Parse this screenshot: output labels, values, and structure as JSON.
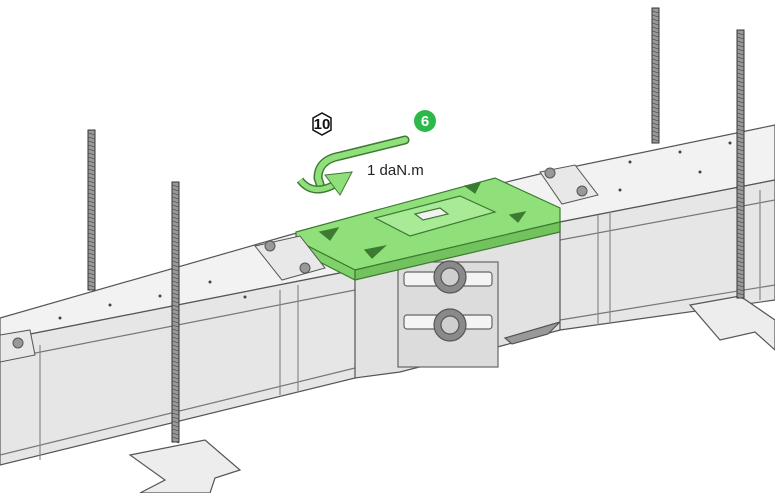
{
  "labels": {
    "wrench_size": "10",
    "step_number": "6",
    "torque": "1 daN.m"
  },
  "colors": {
    "highlight_green": "#8fe07a",
    "step_badge_green": "#2db84a",
    "housing_grey": "#ebebeb",
    "outline": "#555555"
  },
  "icons": {
    "wrench": "allen-key-icon",
    "rotation": "clockwise-arrow-icon",
    "hex": "hexagon-icon"
  }
}
